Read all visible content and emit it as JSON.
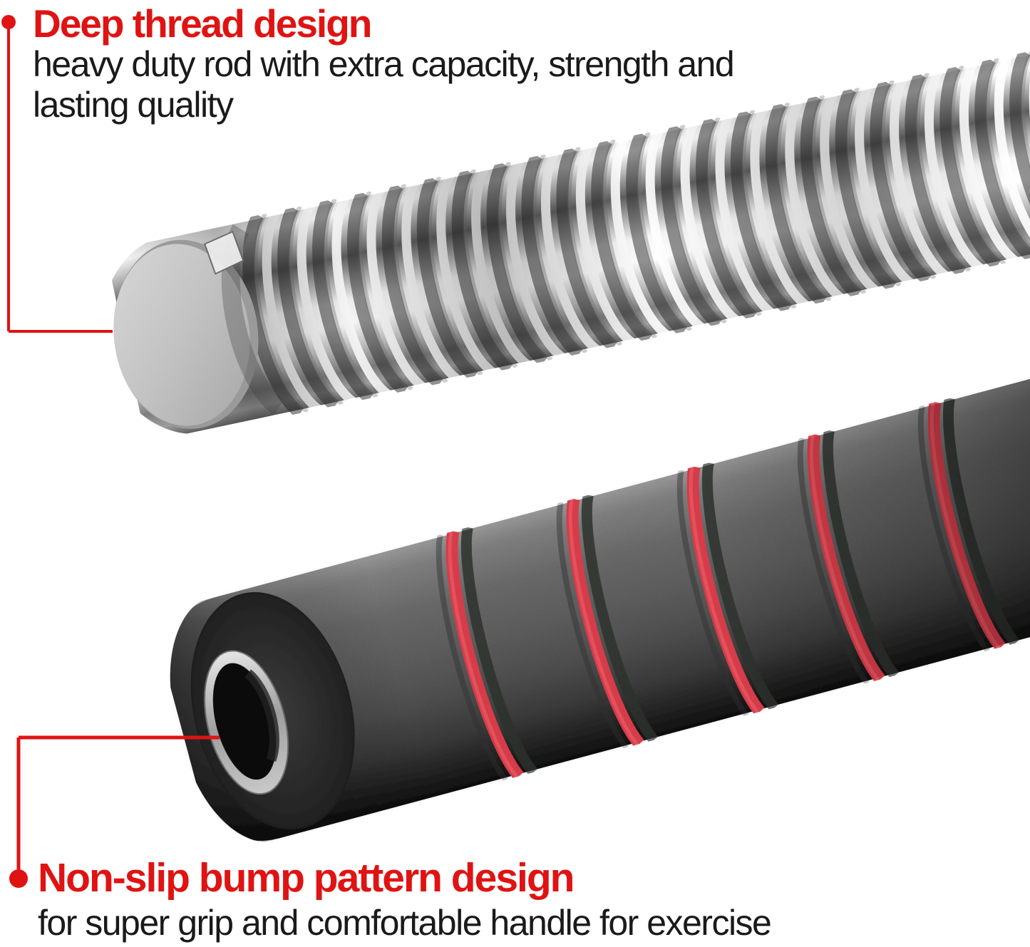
{
  "annotations": {
    "top": {
      "heading": "Deep thread design",
      "subtitle": "heavy duty rod with extra capacity, strength and\nlasting quality"
    },
    "bottom": {
      "heading": "Non-slip bump pattern design",
      "subtitle": "for super grip and comfortable handle for exercise"
    }
  },
  "colors": {
    "accent_red": "#e01313",
    "body_text": "#1a1a1a",
    "stripe_red": "#d93d4a",
    "chrome_light": "#fdfdfd",
    "chrome_dark": "#4f4f4f",
    "foam_gray": "#5c5c5c",
    "background": "#ffffff"
  }
}
